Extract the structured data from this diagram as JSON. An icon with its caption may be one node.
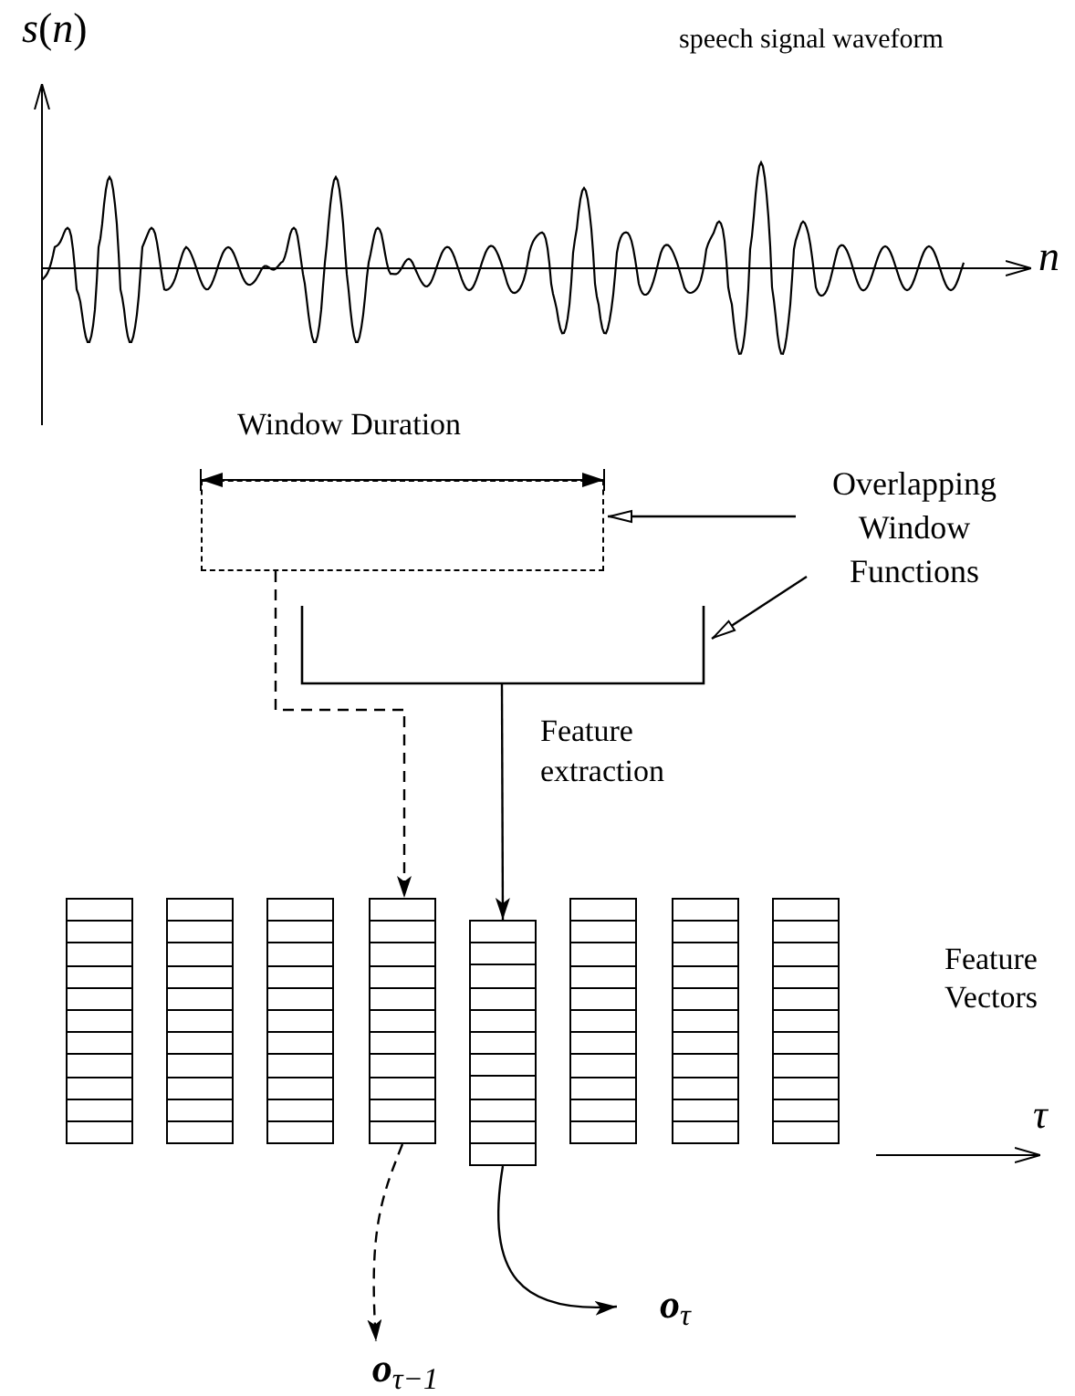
{
  "diagram": {
    "nodes": [
      {
        "text": [],
        "shape": "box"
      },
      {
        "text": [
          "Overlapping Window Functions"
        ]
      },
      {
        "text": [],
        "shape": "bracket"
      },
      {
        "text": [],
        "shape": "bar"
      },
      {
        "text": [],
        "shape": "bar"
      },
      {
        "text": [],
        "shape": "bar"
      },
      {
        "text": [],
        "shape": "bar"
      },
      {
        "text": [],
        "shape": "bar"
      },
      {
        "text": [],
        "shape": "bar"
      },
      {
        "text": [],
        "shape": "bar"
      },
      {
        "text": [],
        "shape": "bar"
      },
      {
        "text": [
          "**o**$_{τ}$"
        ]
      },
      {
        "text": [
          "**o**$_{τ−1}$"
        ]
      }
    ],
    "edges": [
      {
        "from": 1,
        "to": 0,
        "arrow": "to"
      },
      {
        "from": 1,
        "to": 2,
        "arrow": "to"
      },
      {
        "from": 0,
        "to": 6,
        "arrow": "to",
        "style": "dashed"
      },
      {
        "from": 2,
        "to": 7,
        "arrow": "to",
        "label": "Feature extraction"
      },
      {
        "from": 6,
        "to": 12,
        "arrow": "to",
        "style": "dashed"
      },
      {
        "from": 7,
        "to": 11,
        "arrow": "to"
      }
    ],
    "labels": [
      "*s*(*n*)",
      "speech signal waveform",
      "*n*",
      "Window Duration",
      "Feature Vectors",
      "*τ*"
    ]
  }
}
